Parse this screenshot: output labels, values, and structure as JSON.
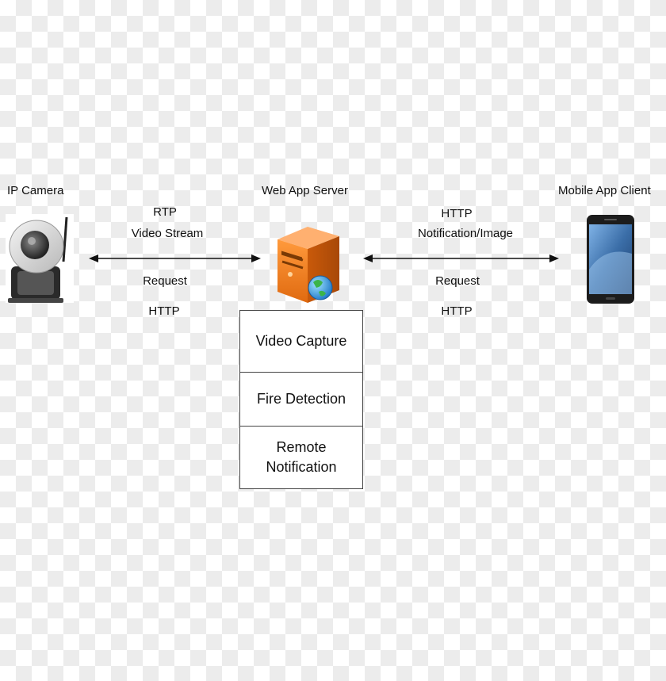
{
  "nodes": {
    "camera": {
      "label": "IP Camera"
    },
    "server": {
      "label": "Web App Server"
    },
    "mobile": {
      "label": "Mobile App Client"
    }
  },
  "links": {
    "camera_server": {
      "top_line1": "RTP",
      "top_line2": "Video Stream",
      "bottom_line1": "Request",
      "bottom_line2": "HTTP"
    },
    "server_mobile": {
      "top_line1": "HTTP",
      "top_line2": "Notification/Image",
      "bottom_line1": "Request",
      "bottom_line2": "HTTP"
    }
  },
  "modules": {
    "video_capture": "Video Capture",
    "fire_detection": "Fire Detection",
    "remote_notification_line1": "Remote",
    "remote_notification_line2": "Notification"
  },
  "colors": {
    "server_orange": "#f07c1e",
    "arrow": "#111111",
    "phone_body": "#1c1c1c",
    "phone_screen": "#3b6ea8"
  }
}
